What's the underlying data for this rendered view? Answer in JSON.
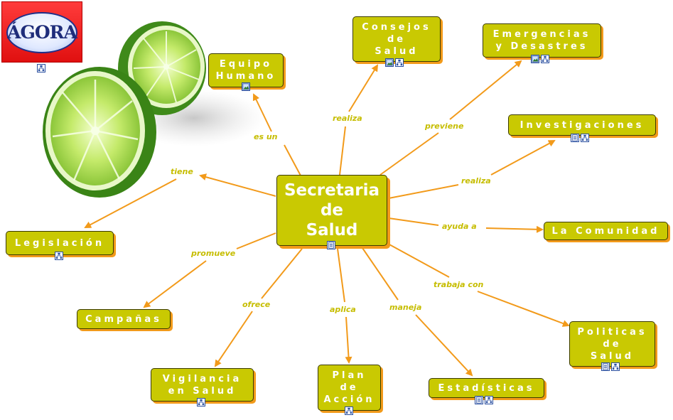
{
  "logo": {
    "text": "ÁGORA",
    "colors": {
      "background": "#e51a1a",
      "oval": "#1f2d7a"
    }
  },
  "colors": {
    "node_fill": "#c9c902",
    "node_text": "#ffffff",
    "node_shadow": "#f29a1a",
    "edge": "#f29a1a",
    "link_text": "#c6bd00"
  },
  "center": {
    "label": "Secretaria\nde\nSalud",
    "icons": [
      "document-icon"
    ]
  },
  "nodes": {
    "equipo": {
      "label": "Equipo\nHumano",
      "icons": [
        "image-icon"
      ]
    },
    "consejos": {
      "label": "Consejos\nde\nSalud",
      "icons": [
        "image-icon",
        "concept-map-icon"
      ]
    },
    "emergencias": {
      "label": "Emergencias\ny Desastres",
      "icons": [
        "image-icon",
        "concept-map-icon"
      ]
    },
    "investigaciones": {
      "label": "Investigaciones",
      "icons": [
        "document-icon",
        "concept-map-icon"
      ]
    },
    "comunidad": {
      "label": "La Comunidad",
      "icons": []
    },
    "politicas": {
      "label": "Politicas\nde\nSalud",
      "icons": [
        "document-icon",
        "concept-map-icon"
      ]
    },
    "estadisticas": {
      "label": "Estadísticas",
      "icons": [
        "document-icon",
        "concept-map-icon"
      ]
    },
    "plan": {
      "label": "Plan\nde\nAcción",
      "icons": [
        "concept-map-icon"
      ]
    },
    "vigilancia": {
      "label": "Vigilancia\nen Salud",
      "icons": [
        "concept-map-icon"
      ]
    },
    "campanas": {
      "label": "Campañas",
      "icons": []
    },
    "legislacion": {
      "label": "Legislación",
      "icons": [
        "concept-map-icon"
      ]
    }
  },
  "links": {
    "es_un": "es un",
    "realiza_consejos": "realiza",
    "previene": "previene",
    "realiza_invest": "realiza",
    "ayuda_a": "ayuda a",
    "trabaja_con": "trabaja con",
    "maneja": "maneja",
    "aplica": "aplica",
    "ofrece": "ofrece",
    "promueve": "promueve",
    "tiene": "tiene"
  }
}
